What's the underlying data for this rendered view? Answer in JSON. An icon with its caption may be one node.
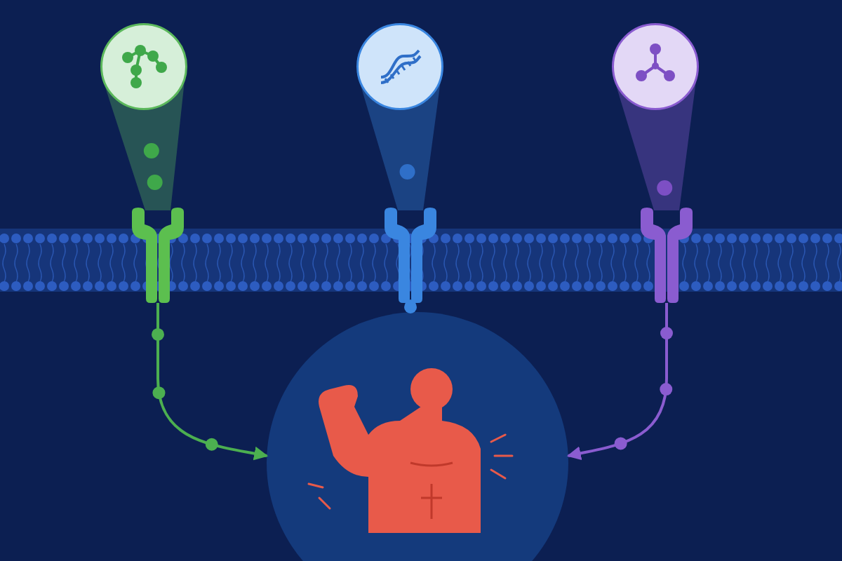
{
  "diagram": {
    "nodes": [
      {
        "text": [],
        "shape": "picture"
      },
      {
        "text": [],
        "shape": "picture"
      },
      {
        "text": [],
        "shape": "picture"
      },
      {
        "text": [],
        "shape": "picture"
      },
      {
        "text": [],
        "shape": "picture"
      },
      {
        "text": [],
        "shape": "picture"
      },
      {
        "text": [],
        "shape": "picture"
      }
    ],
    "edges": [
      {
        "from": 3,
        "to": 6,
        "arrow": "to",
        "color": "#4caf50"
      },
      {
        "from": 4,
        "to": 6,
        "arrow": "to",
        "color": "#3a86e0"
      },
      {
        "from": 5,
        "to": 6,
        "arrow": "to",
        "color": "#8a5cd0"
      }
    ]
  }
}
